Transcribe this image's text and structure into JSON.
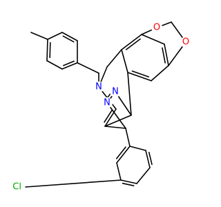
{
  "structure": {
    "atoms": [
      {
        "id": "o1",
        "symbol": "O",
        "color": "#ff0000"
      },
      {
        "id": "o2",
        "symbol": "O",
        "color": "#ff0000"
      },
      {
        "id": "n1",
        "symbol": "N",
        "color": "#0000ff"
      },
      {
        "id": "n2",
        "symbol": "N",
        "color": "#0000ff"
      },
      {
        "id": "n3",
        "symbol": "N",
        "color": "#0000ff"
      },
      {
        "id": "cl",
        "symbol": "Cl",
        "color": "#00aa00"
      }
    ],
    "bond_color": "#000000"
  }
}
